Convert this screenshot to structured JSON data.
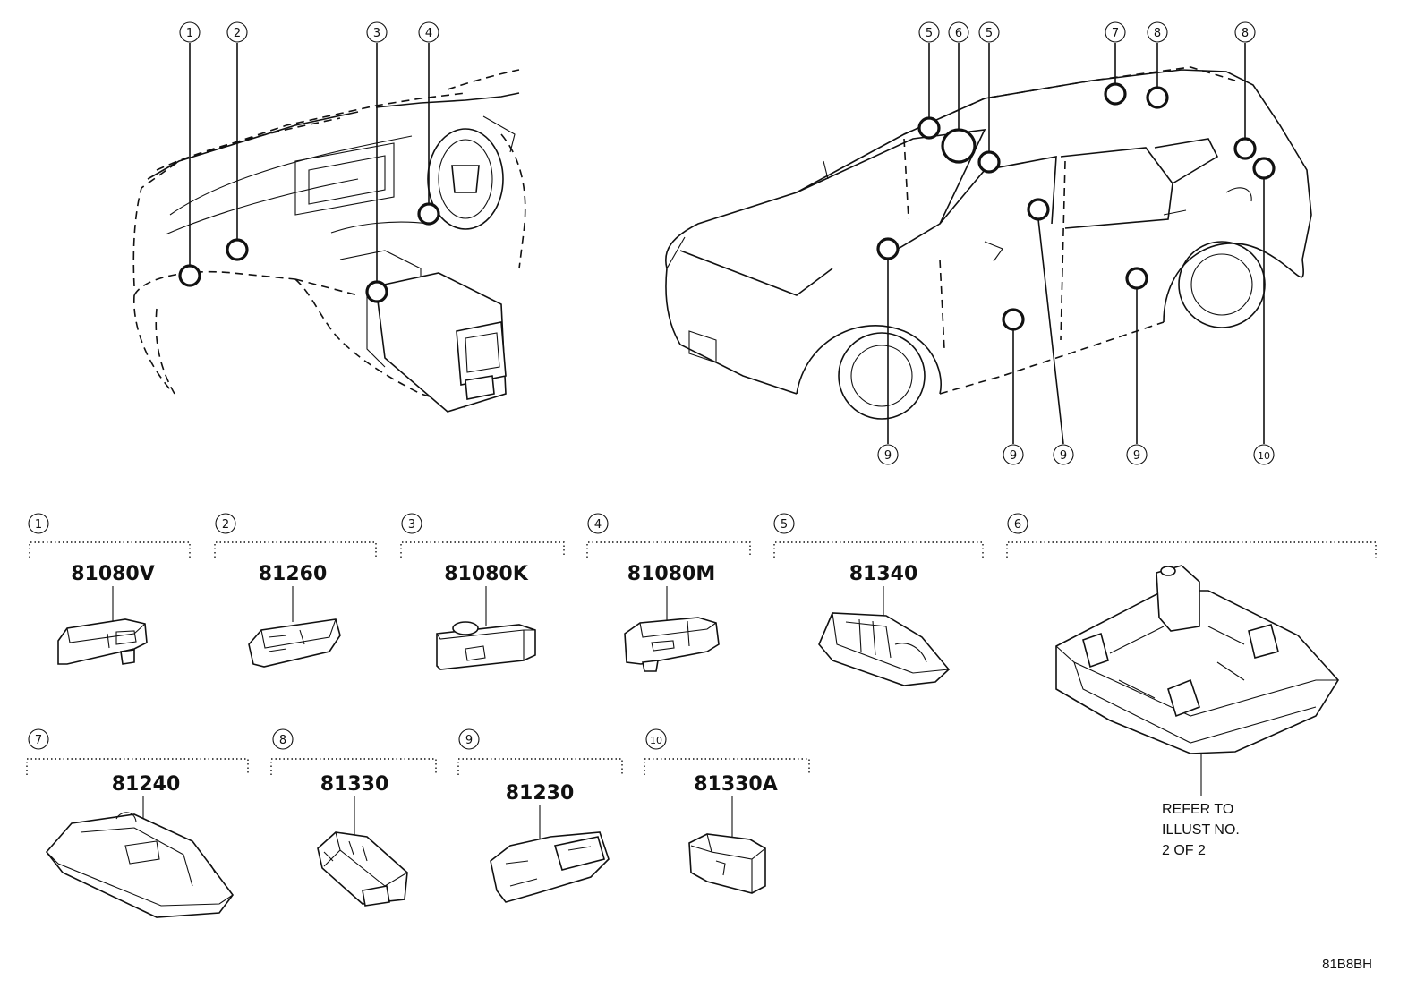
{
  "callouts": [
    "1",
    "2",
    "3",
    "4",
    "5",
    "6",
    "5",
    "7",
    "8",
    "8",
    "9",
    "9",
    "9",
    "9",
    "10"
  ],
  "parts": [
    {
      "index": "1",
      "part_number": "81080V"
    },
    {
      "index": "2",
      "part_number": "81260"
    },
    {
      "index": "3",
      "part_number": "81080K"
    },
    {
      "index": "4",
      "part_number": "81080M"
    },
    {
      "index": "5",
      "part_number": "81340"
    },
    {
      "index": "6",
      "part_number": ""
    },
    {
      "index": "7",
      "part_number": "81240"
    },
    {
      "index": "8",
      "part_number": "81330"
    },
    {
      "index": "9",
      "part_number": "81230"
    },
    {
      "index": "10",
      "part_number": "81330A"
    }
  ],
  "note": {
    "line1": "REFER TO",
    "line2": "ILLUST NO.",
    "line3": "2 OF 2"
  },
  "illustration_code": "81B8BH"
}
